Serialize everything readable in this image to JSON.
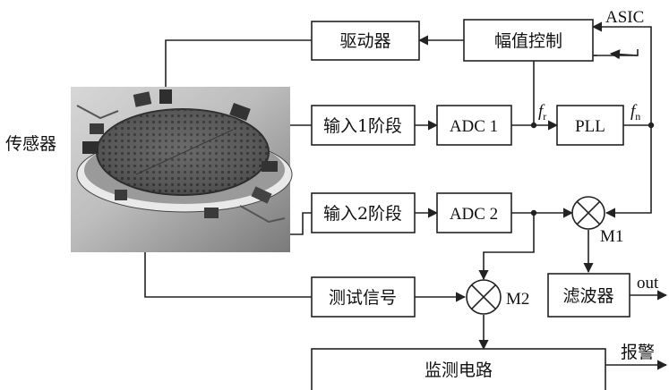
{
  "blocks": {
    "driver": "驱动器",
    "amplitude_control": "幅值控制",
    "input1_stage": "输入1阶段",
    "adc1": "ADC 1",
    "pll": "PLL",
    "input2_stage": "输入2阶段",
    "adc2": "ADC 2",
    "test_signal": "测试信号",
    "filter": "滤波器",
    "monitor_circuit": "监测电路"
  },
  "labels": {
    "sensor": "传感器",
    "asic": "ASIC",
    "fr_main": "f",
    "fr_sub": "r",
    "fn_main": "f",
    "fn_sub": "n",
    "m1": "M1",
    "m2": "M2",
    "out": "out",
    "alarm": "报警"
  },
  "icons": {
    "mixer": "circle-x-mixer-icon",
    "sensor_image": "gyroscope-sensor-photo"
  }
}
